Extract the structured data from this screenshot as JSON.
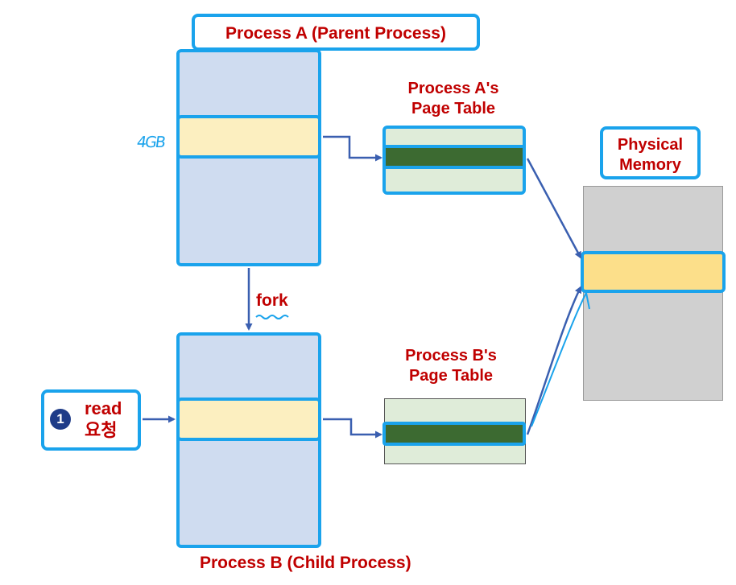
{
  "process_a": {
    "title": "Process A (Parent Process)",
    "mark": "4GB"
  },
  "process_b": {
    "title": "Process B (Child Process)"
  },
  "fork_label": "fork",
  "page_table_a": {
    "line1": "Process A's",
    "line2": "Page Table"
  },
  "page_table_b": {
    "line1": "Process B's",
    "line2": "Page Table"
  },
  "physical_memory": {
    "line1": "Physical",
    "line2": "Memory"
  },
  "read_request": {
    "number": "1",
    "word": "read",
    "korean": "요청"
  },
  "colors": {
    "accent": "#1aa3ec",
    "label": "#c00000",
    "memory": "#cfdcf0",
    "page": "#fcefc0",
    "table": "#dfecd9",
    "entry": "#3c6a31",
    "physical": "#d0d0d0",
    "arrow": "#3a5fb0"
  }
}
